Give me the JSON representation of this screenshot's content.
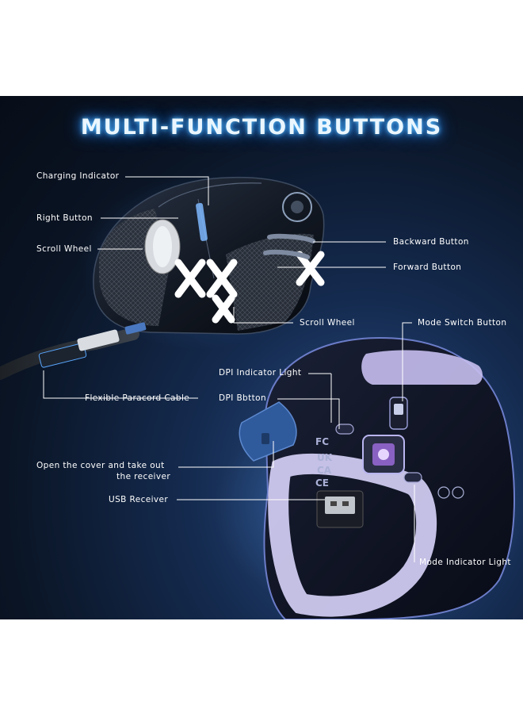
{
  "title": "MULTI-FUNCTION BUTTONS",
  "callouts": {
    "charging_indicator": "Charging Indicator",
    "right_button": "Right Button",
    "scroll_wheel_left": "Scroll Wheel",
    "backward_button": "Backward Button",
    "forward_button": "Forward Button",
    "scroll_wheel_bottom": "Scroll Wheel",
    "mode_switch_button": "Mode Switch Button",
    "dpi_indicator_light": "DPI Indicator Light",
    "dpi_button": "DPI Bbtton",
    "flexible_cable": "Flexible Paracord Cable",
    "open_cover_line1": "Open the cover and take out",
    "open_cover_line2": "the receiver",
    "usb_receiver": "USB Receiver",
    "mode_indicator_light": "Mode Indicator Light"
  },
  "colors": {
    "title_glow": "#2a8fff",
    "background": "#0a1424",
    "leader_line": "#ffffff"
  }
}
